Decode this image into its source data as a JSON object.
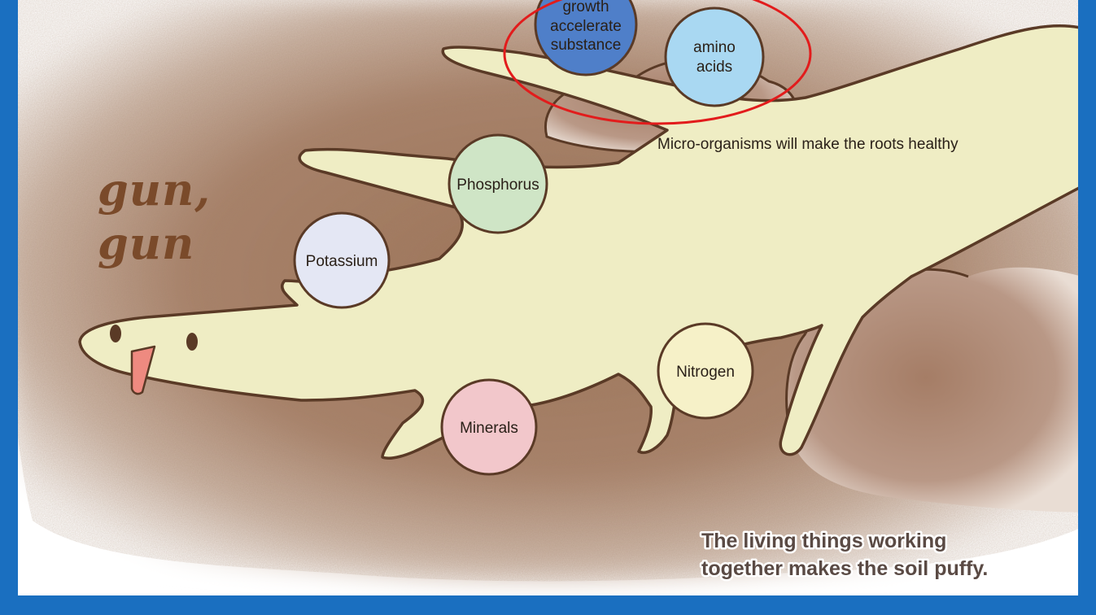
{
  "colors": {
    "frame": "#1a6fc0",
    "soil": "#a0765a",
    "root": "#efedc4",
    "outline": "#5a3a26",
    "highlight_ring": "#e21c1c"
  },
  "nutrients": {
    "growth_line1": "growth",
    "growth_line2": "accelerate",
    "growth_line3": "substance",
    "amino_line1": "amino",
    "amino_line2": "acids",
    "phosphorus": "Phosphorus",
    "potassium": "Potassium",
    "nitrogen": "Nitrogen",
    "minerals": "Minerals"
  },
  "captions": {
    "micro_organisms": "Micro-organisms will make the roots healthy",
    "sound_line1": "gun,",
    "sound_line2": "gun",
    "bottom_line1": "The living things working",
    "bottom_line2": "together makes the soil puffy."
  }
}
